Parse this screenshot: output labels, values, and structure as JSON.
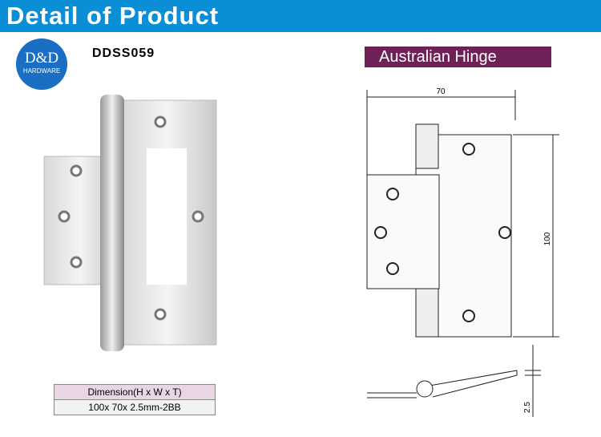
{
  "header": {
    "title": "Detail of Product"
  },
  "logo": {
    "name": "D&D",
    "sub": "HARDWARE"
  },
  "product": {
    "model": "DDSS059",
    "type": "Australian Hinge"
  },
  "spec_table": {
    "header": "Dimension(H x W x T)",
    "value": "100x 70x 2.5mm-2BB"
  },
  "drawing": {
    "width_label": "70",
    "height_label": "100",
    "thickness_label": "2.5"
  },
  "colors": {
    "header": "#0a8fd6",
    "tag": "#6e2057"
  }
}
